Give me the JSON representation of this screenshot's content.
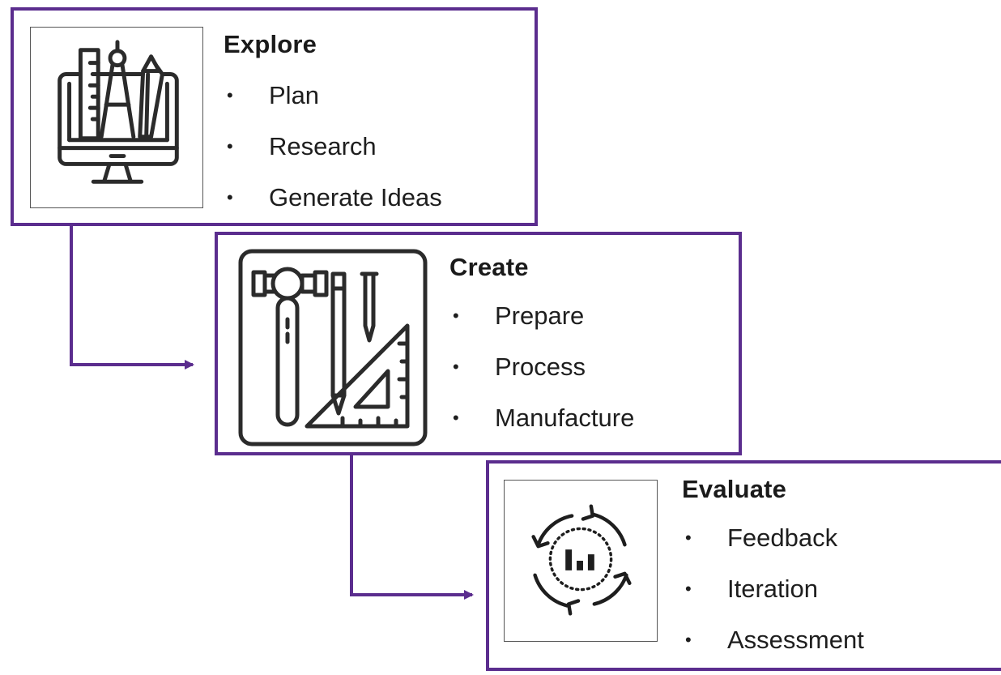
{
  "steps": [
    {
      "title": "Explore",
      "icon": "design-tools-monitor-icon",
      "items": [
        "Plan",
        "Research",
        "Generate Ideas"
      ]
    },
    {
      "title": "Create",
      "icon": "hammer-pencil-set-square-icon",
      "items": [
        "Prepare",
        "Process",
        "Manufacture"
      ]
    },
    {
      "title": "Evaluate",
      "icon": "feedback-cycle-chart-icon",
      "items": [
        "Feedback",
        "Iteration",
        "Assessment"
      ]
    }
  ],
  "colors": {
    "accent": "#5b2d8e",
    "text": "#1e1e1e",
    "icon_stroke": "#2b2b2b"
  }
}
